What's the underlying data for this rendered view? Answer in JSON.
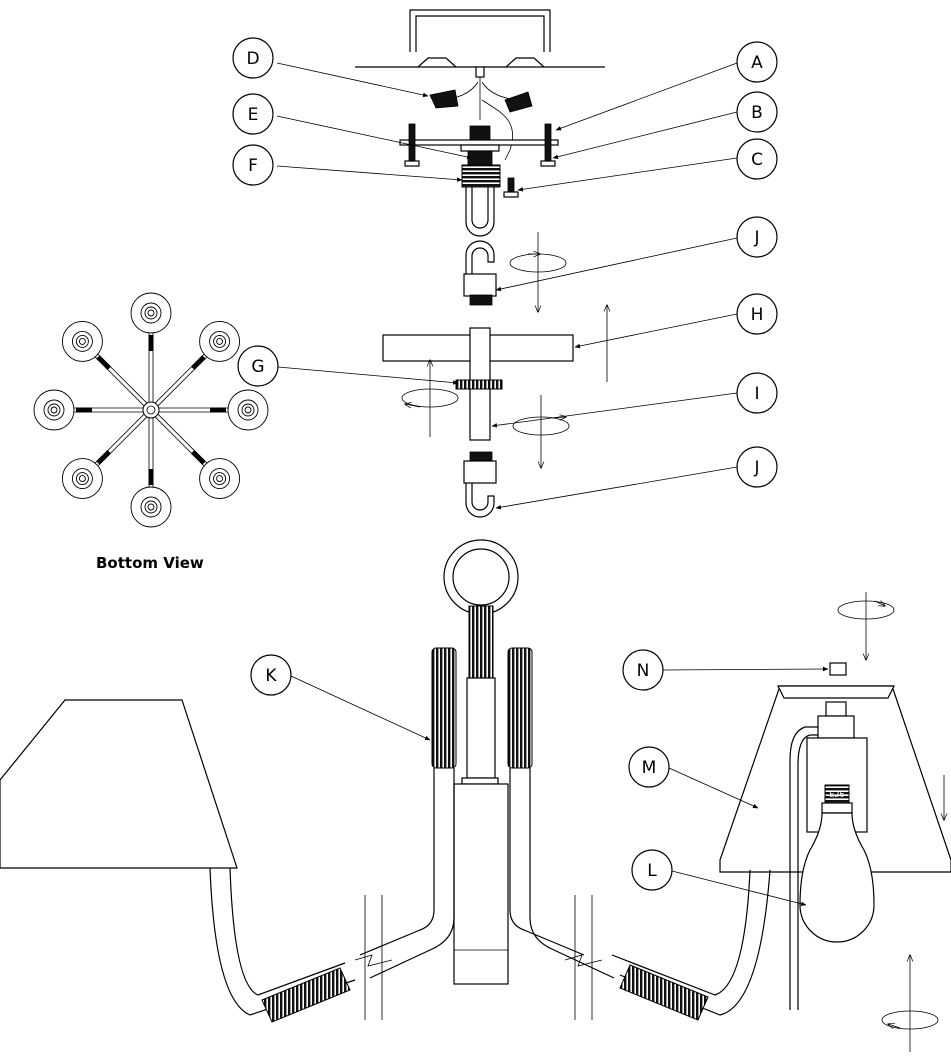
{
  "caption": "Bottom View",
  "labels": {
    "A": "A",
    "B": "B",
    "C": "C",
    "D": "D",
    "E": "E",
    "F": "F",
    "G": "G",
    "H": "H",
    "I": "I",
    "J1": "J",
    "J2": "J",
    "K": "K",
    "L": "L",
    "M": "M",
    "N": "N"
  },
  "bulb_text": "E26"
}
